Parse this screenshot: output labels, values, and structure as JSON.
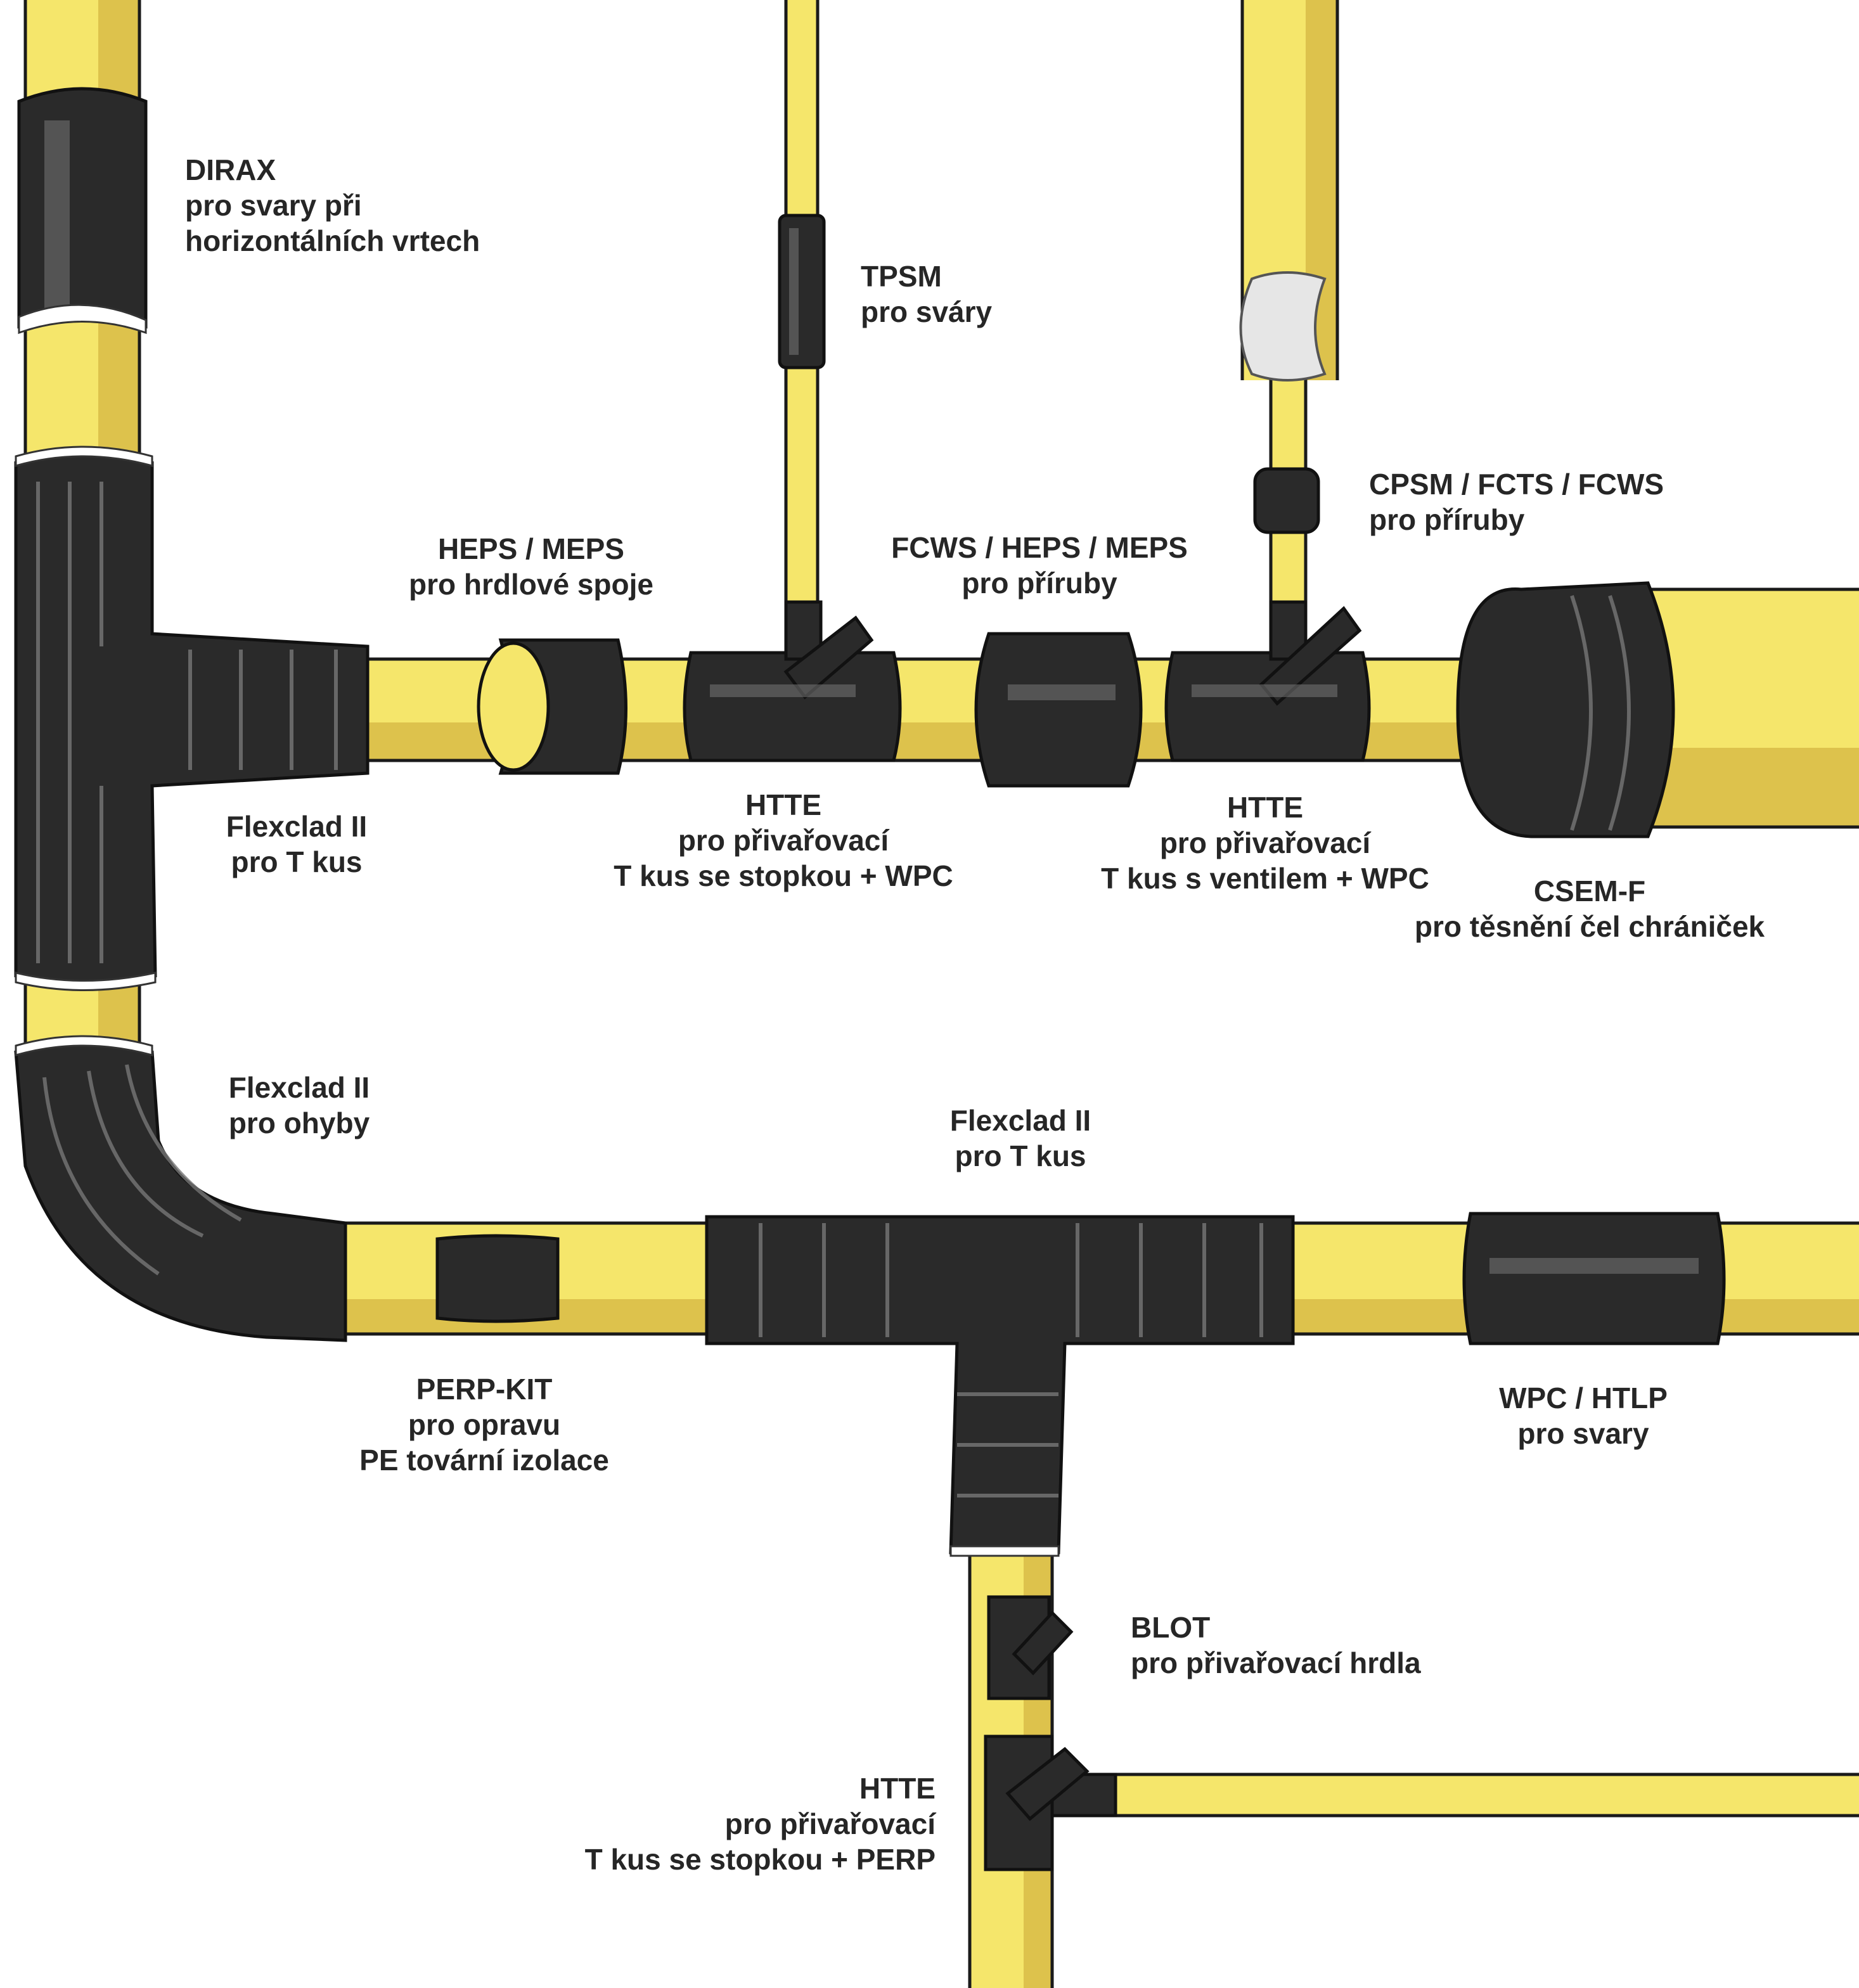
{
  "labels": {
    "dirax": {
      "line1": "DIRAX",
      "line2": "pro svary při",
      "line3": "horizontálních vrtech"
    },
    "tpsm": {
      "line1": "TPSM",
      "line2": "pro sváry"
    },
    "cpsm": {
      "line1": "CPSM / FCTS / FCWS",
      "line2": "pro příruby"
    },
    "heps_meps": {
      "line1": "HEPS / MEPS",
      "line2": "pro hrdlové spoje"
    },
    "fcws_heps": {
      "line1": "FCWS / HEPS / MEPS",
      "line2": "pro příruby"
    },
    "flexclad_t1": {
      "line1": "Flexclad II",
      "line2": "pro T kus"
    },
    "htte1": {
      "line1": "HTTE",
      "line2": "pro přivařovací",
      "line3": "T kus se stopkou + WPC"
    },
    "htte2": {
      "line1": "HTTE",
      "line2": "pro přivařovací",
      "line3": "T kus s ventilem + WPC"
    },
    "csem": {
      "line1": "CSEM-F",
      "line2": "pro těsnění čel chrániček"
    },
    "flexclad_bend": {
      "line1": "Flexclad II",
      "line2": "pro ohyby"
    },
    "flexclad_t2": {
      "line1": "Flexclad II",
      "line2": "pro T kus"
    },
    "perp": {
      "line1": "PERP-KIT",
      "line2": "pro opravu",
      "line3": "PE tovární izolace"
    },
    "wpc": {
      "line1": "WPC / HTLP",
      "line2": "pro svary"
    },
    "blot": {
      "line1": "BLOT",
      "line2": "pro přivařovací hrdla"
    },
    "htte3": {
      "line1": "HTTE",
      "line2": "pro přivařovací",
      "line3": "T kus se stopkou + PERP"
    }
  },
  "colors": {
    "pipe_yellow": "#f5e66b",
    "pipe_shadow": "#ddc24c",
    "sleeve_black": "#2a2a2a",
    "text": "#262626"
  },
  "icons": [
    "pipe-network-illustration",
    "heat-shrink-sleeve",
    "tee-fitting",
    "valve-stem",
    "casing-end-seal"
  ]
}
